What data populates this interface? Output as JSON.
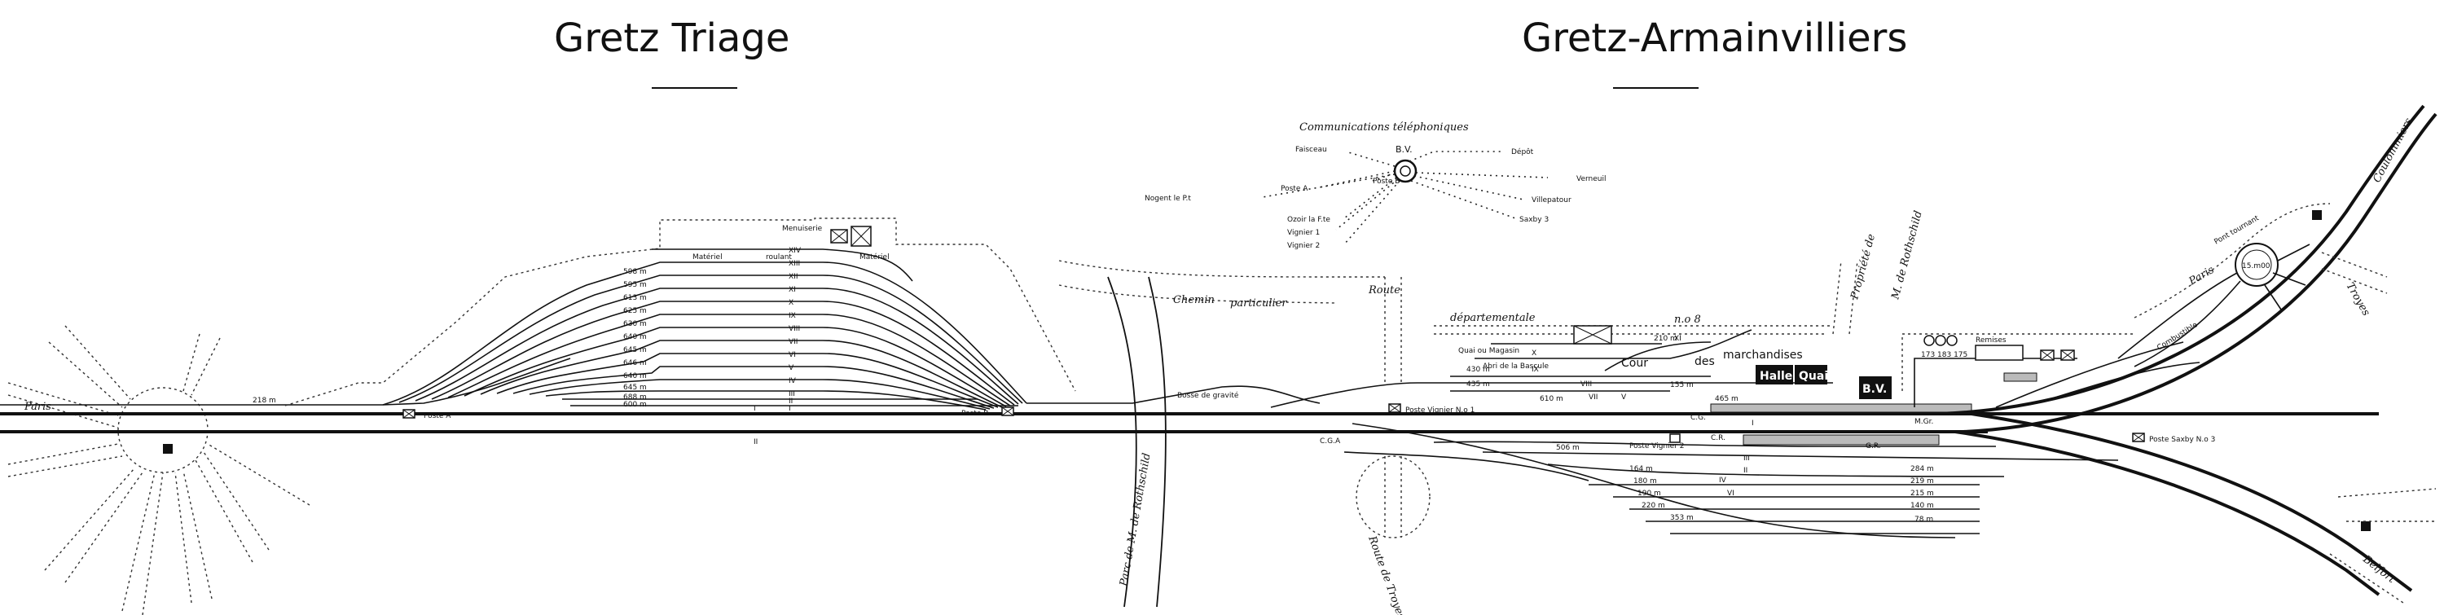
{
  "titles": {
    "left": "Gretz Triage",
    "right": "Gretz-Armainvilliers"
  },
  "telephone": {
    "heading": "Communications téléphoniques",
    "hub": "B.V.",
    "left_nodes": [
      "Faisceau",
      "Poste A",
      "Poste B",
      "Nogent le P.t",
      "Ozoir la F.te",
      "Vignier 1",
      "Vignier 2"
    ],
    "right_nodes": [
      "Dépôt",
      "Verneuil",
      "Villepatour",
      "Saxby 3"
    ]
  },
  "triage": {
    "materiel_label": "Matériel",
    "roulant_label": "roulant",
    "menuiserie_label": "Menuiserie",
    "materiel_box_label": "Matériel",
    "track_roman": [
      "XIV",
      "XIII",
      "XII",
      "XI",
      "X",
      "IX",
      "VIII",
      "VII",
      "VI",
      "V",
      "IV",
      "III",
      "II",
      "I"
    ],
    "track_lengths": [
      "598 m",
      "595 m",
      "613 m",
      "625 m",
      "630 m",
      "640 m",
      "645 m",
      "646 m",
      "640 m",
      "645 m",
      "688 m",
      "600 m"
    ],
    "entry_length": "218 m",
    "poste_a": "Poste A",
    "poste_b": "Poste B",
    "bosse": "Bosse de gravité"
  },
  "main_line": {
    "paris_left": "Paris",
    "track_1": "I",
    "track_2": "II"
  },
  "station": {
    "chemin": "Chemin",
    "particulier": "particulier",
    "route": "Route",
    "departementale": "départementale",
    "no8": "n.o 8",
    "quai_magasin": "Quai ou Magasin",
    "abri": "Abri de la Bascule",
    "cour": "Cour",
    "des": "des",
    "marchandises": "marchandises",
    "halle": "Halle",
    "quai": "Quai",
    "bv": "B.V.",
    "poste_vignier_1": "Poste Vignier N.o 1",
    "poste_vignier_2": "Poste Vignier 2",
    "remises": "Remises",
    "combustible": "Combustible",
    "pont_tournant": "Pont tournant",
    "turntable_size": "15.m00",
    "loco_nums": "173 183 175",
    "paris_right": "Paris",
    "coulommiers": "Coulommiers",
    "belfort": "Belfort",
    "troyes": "Troyes",
    "poste_saxby": "Poste Saxby N.o 3",
    "propriete_1": "Propriété de",
    "propriete_2": "M. de Rothschild",
    "parc": "Parc de M. de Rothschild",
    "route_troyes": "Route de Troyes",
    "station_lengths": [
      "210 m",
      "430 m",
      "435 m",
      "155 m",
      "610 m",
      "465 m",
      "506 m",
      "164 m",
      "180 m",
      "190 m",
      "220 m",
      "353 m",
      "284 m",
      "219 m",
      "215 m",
      "140 m",
      "78 m"
    ],
    "roman_station": [
      "XI",
      "X",
      "IX",
      "VIII",
      "VII",
      "VI",
      "V",
      "IV",
      "III",
      "II",
      "I"
    ],
    "cg_a": "C.G.",
    "cg_b": "C.G.A",
    "c_r": "C.R.",
    "m_gr": "M.Gr.",
    "gr": "G.R."
  }
}
